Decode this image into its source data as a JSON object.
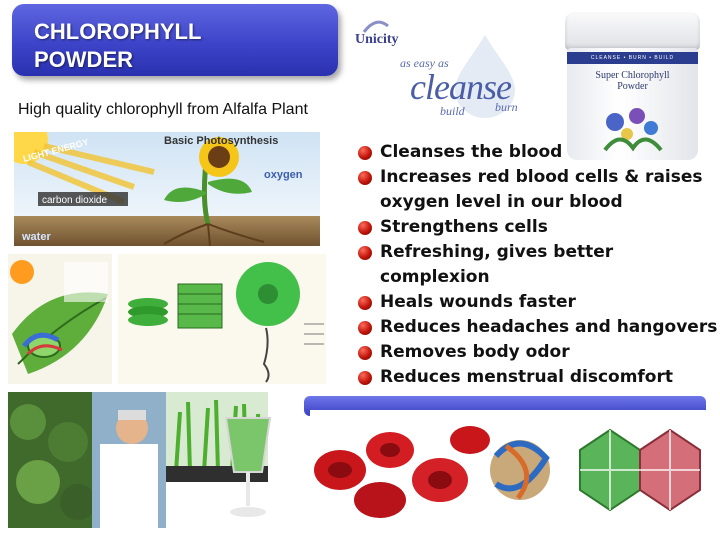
{
  "title": {
    "line1": "CHLOROPHYLL",
    "line2": "POWDER"
  },
  "subtitle": "High quality chlorophyll from Alfalfa Plant",
  "logo": {
    "brand": "Unicity",
    "slogan_top": "as easy as",
    "slogan_main": "cleanse",
    "slogan_build": "build",
    "slogan_burn": "burn"
  },
  "product": {
    "stripe": "CLEANSE • BURN • BUILD",
    "name_line1": "Super Chlorophyll",
    "name_line2": "Powder"
  },
  "diagram": {
    "title": "Basic Photosynthesis",
    "light": "LIGHT ENERGY",
    "oxygen": "oxygen",
    "co2": "carbon dioxide",
    "water": "water"
  },
  "benefits": [
    {
      "line1": "Cleanses the blood"
    },
    {
      "line1": "Increases red blood cells & raises",
      "line2": "oxygen level in our blood"
    },
    {
      "line1": "Strengthens cells"
    },
    {
      "line1": "Refreshing, gives better complexion"
    },
    {
      "line1": "Heals wounds faster"
    },
    {
      "line1": "Reduces headaches and hangovers"
    },
    {
      "line1": "Removes body odor"
    },
    {
      "line1": "Reduces menstrual discomfort"
    }
  ],
  "colors": {
    "banner": "#3d44c9",
    "bullet": "#c0150a",
    "leaf_green": "#3a9c2a"
  }
}
